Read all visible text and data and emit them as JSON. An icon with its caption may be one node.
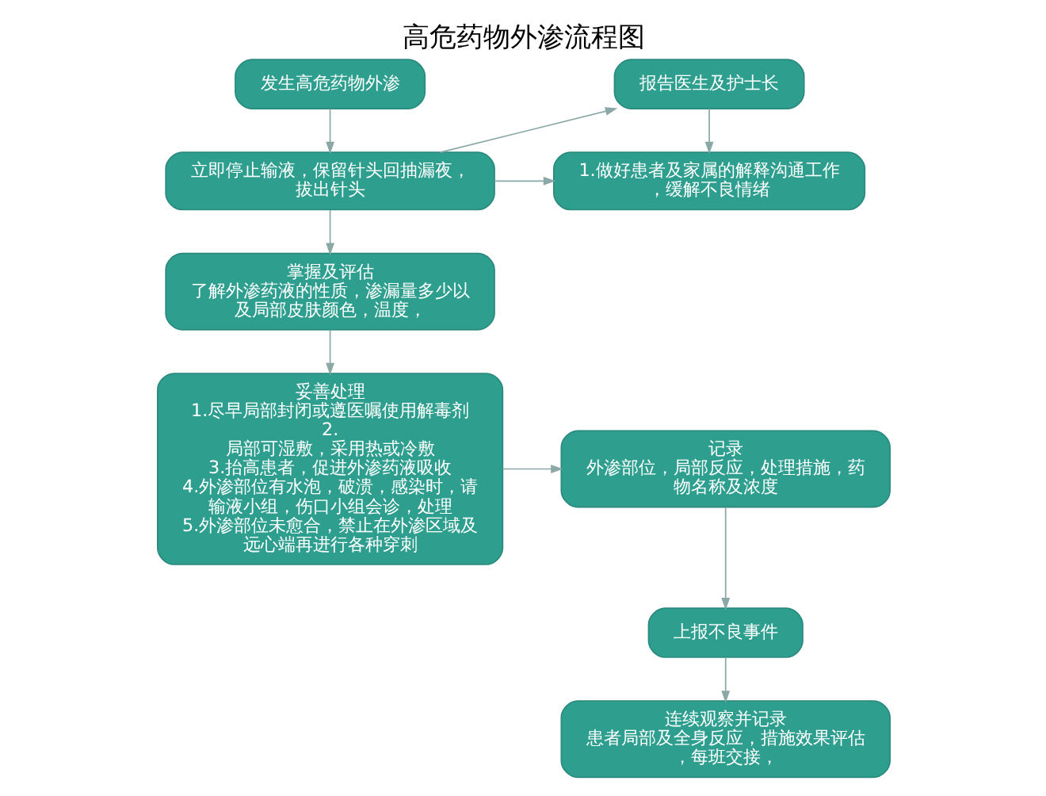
{
  "diagram": {
    "title": "高危药物外渗流程图",
    "nodes": [
      {
        "text": [
          "发生高危药物外渗"
        ]
      },
      {
        "text": [
          "报告医生及护士长"
        ]
      },
      {
        "text": [
          "立即停止输液，保留针头回抽漏夜，拔出针头"
        ]
      },
      {
        "text": [
          "1.做好患者及家属的解释沟通工作，缓解不良情绪"
        ]
      },
      {
        "text": [
          "掌握及评估",
          "了解外渗药液的性质，渗漏量多少以及局部皮肤颜色，温度，"
        ]
      },
      {
        "text": [
          "妥善处理",
          "1.尽早局部封闭或遵医嘱使用解毒剂 2. 局部可湿敷，采用热或冷敷 3.抬高患者，促进外渗药液吸收 4.外渗部位有水泡，破溃，感染时，请输液小组，伤口小组会诊，处理 5.外渗部位未愈合，禁止在外渗区域及远心端再进行各种穿刺"
        ]
      },
      {
        "text": [
          "记录",
          "外渗部位，局部反应，处理措施，药物名称及浓度"
        ]
      },
      {
        "text": [
          "上报不良事件"
        ]
      },
      {
        "text": [
          "连续观察并记录",
          "患者局部及全身反应，措施效果评估，每班交接，"
        ]
      }
    ],
    "edges": [
      {
        "from": 0,
        "to": 2,
        "arrow": "to"
      },
      {
        "from": 2,
        "to": 1,
        "arrow": "to"
      },
      {
        "from": 2,
        "to": 3,
        "arrow": "to"
      },
      {
        "from": 1,
        "to": 3,
        "arrow": "to"
      },
      {
        "from": 2,
        "to": 4,
        "arrow": "to"
      },
      {
        "from": 4,
        "to": 5,
        "arrow": "to"
      },
      {
        "from": 5,
        "to": 6,
        "arrow": "to"
      },
      {
        "from": 6,
        "to": 7,
        "arrow": "to"
      },
      {
        "from": 7,
        "to": 8,
        "arrow": "to"
      }
    ]
  }
}
